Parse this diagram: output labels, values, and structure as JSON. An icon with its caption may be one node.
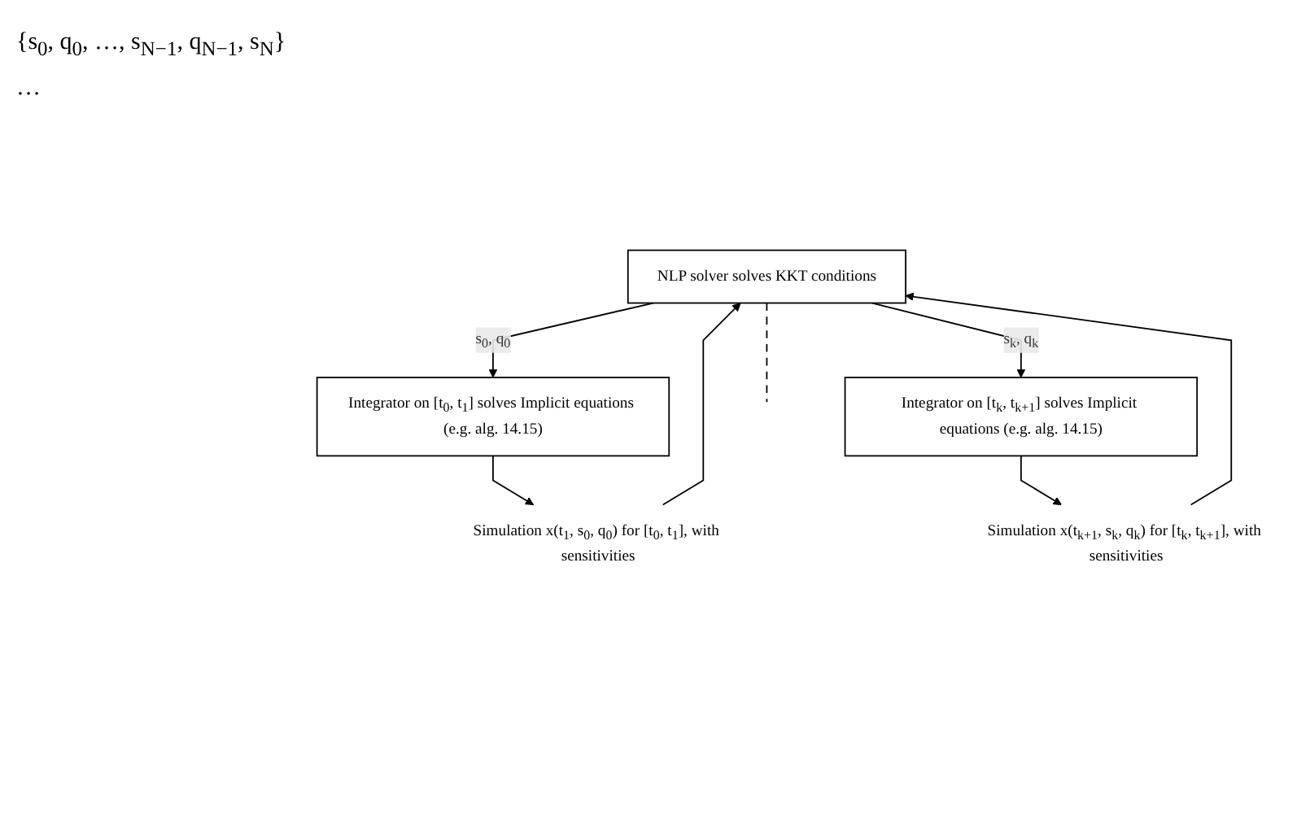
{
  "diagram": {
    "nodes": [
      {
        "text": [
          "NLP solver solves KKT conditions"
        ]
      },
      {
        "text": [
          "Integrator on [t$_{0}$, t$_{1}$] solves Implicit equations (e.g. alg. 14.15)"
        ]
      },
      {
        "text": [
          "Integrator on [t$_{k}$, t$_{k+1}$] solves Implicit equations (e.g. alg. 14.15)"
        ]
      },
      {
        "text": [
          "Simulation x(t$_{1}$, s$_{0}$, q$_{0}$) for [t$_{0}$, t$_{1}$], with sensitivities"
        ]
      },
      {
        "text": [
          "Simulation x(t$_{k+1}$, s$_{k}$, q$_{k}$) for [t$_{k}$, t$_{k+1}$], with sensitivities"
        ]
      }
    ],
    "edges": [
      {
        "from": 0,
        "to": 1,
        "arrow": "to",
        "label": "s$_{0}$, q$_{0}$"
      },
      {
        "from": 0,
        "to": 2,
        "arrow": "to",
        "label": "s$_{k}$, q$_{k}$"
      },
      {
        "from": 0,
        "to": null,
        "arrow": "none",
        "style": "dashed"
      },
      {
        "from": 1,
        "to": 3,
        "arrow": "to"
      },
      {
        "from": 2,
        "to": 4,
        "arrow": "to"
      },
      {
        "from": 3,
        "to": 0,
        "arrow": "to"
      },
      {
        "from": 4,
        "to": 0,
        "arrow": "to"
      }
    ],
    "labels": [
      "{s$_{0}$, q$_{0}$, …, s$_{N−1}$, q$_{N−1}$, s$_{N}$}",
      "…"
    ]
  }
}
